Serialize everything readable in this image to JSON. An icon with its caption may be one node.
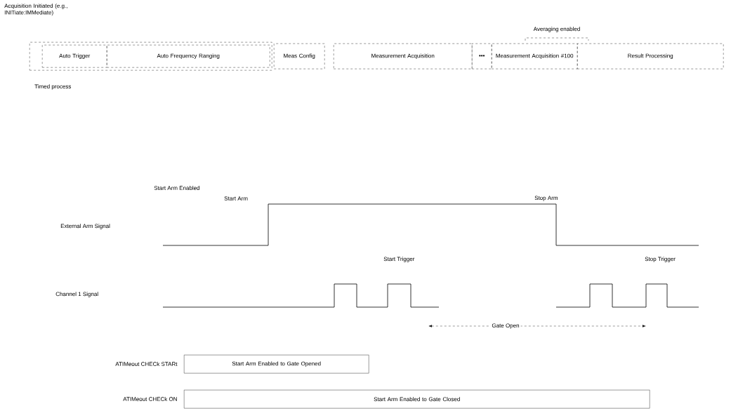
{
  "diagram": {
    "nodes": [
      {
        "text": [],
        "shape": "box"
      },
      {
        "text": [
          "Auto Trigger"
        ],
        "in": 0
      },
      {
        "text": [
          "Auto Frequency Ranging"
        ],
        "in": 0
      },
      {
        "text": [
          "Meas Config"
        ]
      },
      {
        "text": [
          "Measurement Acquisition"
        ]
      },
      {
        "text": [
          "•••"
        ]
      },
      {
        "text": [
          "Measurement Acquisition #100"
        ]
      },
      {
        "text": [
          "Result Processing"
        ]
      },
      {
        "text": [
          "Start Arm Enabled to Gate Opened"
        ],
        "beside": [
          "ATIMeout CHECk STARt"
        ]
      },
      {
        "text": [
          "Start Arm Enabled to Gate Closed"
        ],
        "beside": [
          "ATIMeout CHECk ON"
        ]
      }
    ],
    "labels": [
      "Acquisition Initiated (e.g., INITiate:IMMediate)",
      "Averaging enabled",
      "Timed process",
      "Start Arm Enabled",
      "Start Arm",
      "Stop Arm",
      "External Arm Signal",
      "Start Trigger",
      "Stop Trigger",
      "Channel 1 Signal",
      "Gate Open"
    ]
  }
}
